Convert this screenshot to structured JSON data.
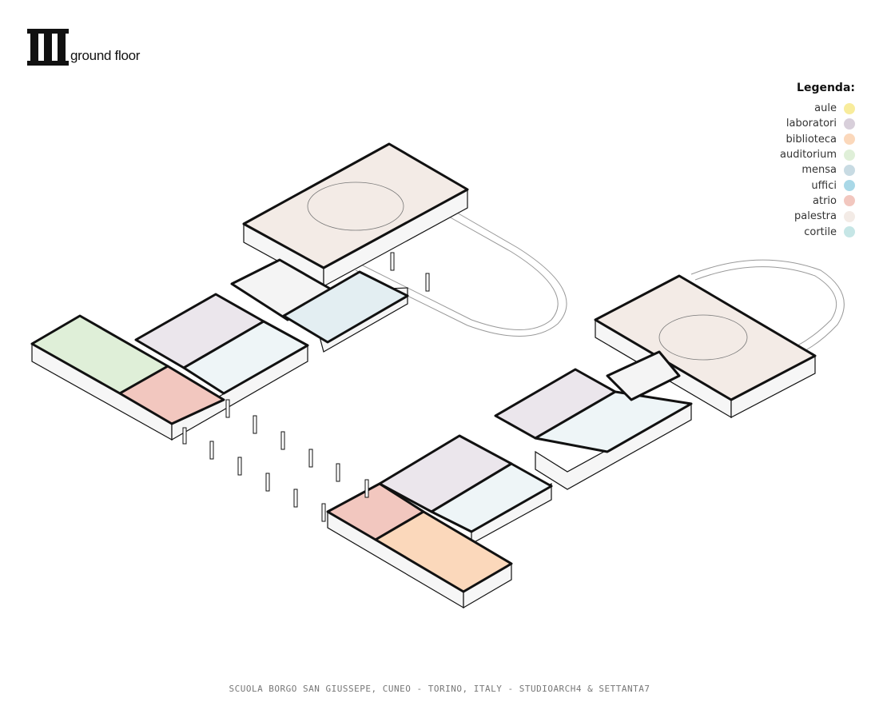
{
  "header": {
    "logo_text": "III",
    "floor_label": "ground floor"
  },
  "legend": {
    "title": "Legenda:",
    "items": [
      {
        "label": "aule",
        "color": "#f8ec9c"
      },
      {
        "label": "laboratori",
        "color": "#d8cfda"
      },
      {
        "label": "biblioteca",
        "color": "#fbd8bb"
      },
      {
        "label": "auditorium",
        "color": "#dfefd8"
      },
      {
        "label": "mensa",
        "color": "#c8dbe3"
      },
      {
        "label": "uffici",
        "color": "#a9d8e7"
      },
      {
        "label": "atrio",
        "color": "#f2c7bf"
      },
      {
        "label": "palestra",
        "color": "#f3ebe6"
      },
      {
        "label": "cortile",
        "color": "#c6e6e6"
      }
    ]
  },
  "footer": {
    "caption": "SCUOLA BORGO SAN GIUSSEPE, CUNEO  -  TORINO, ITALY  -  STUDIOARCH4 & SETTANTA7"
  }
}
